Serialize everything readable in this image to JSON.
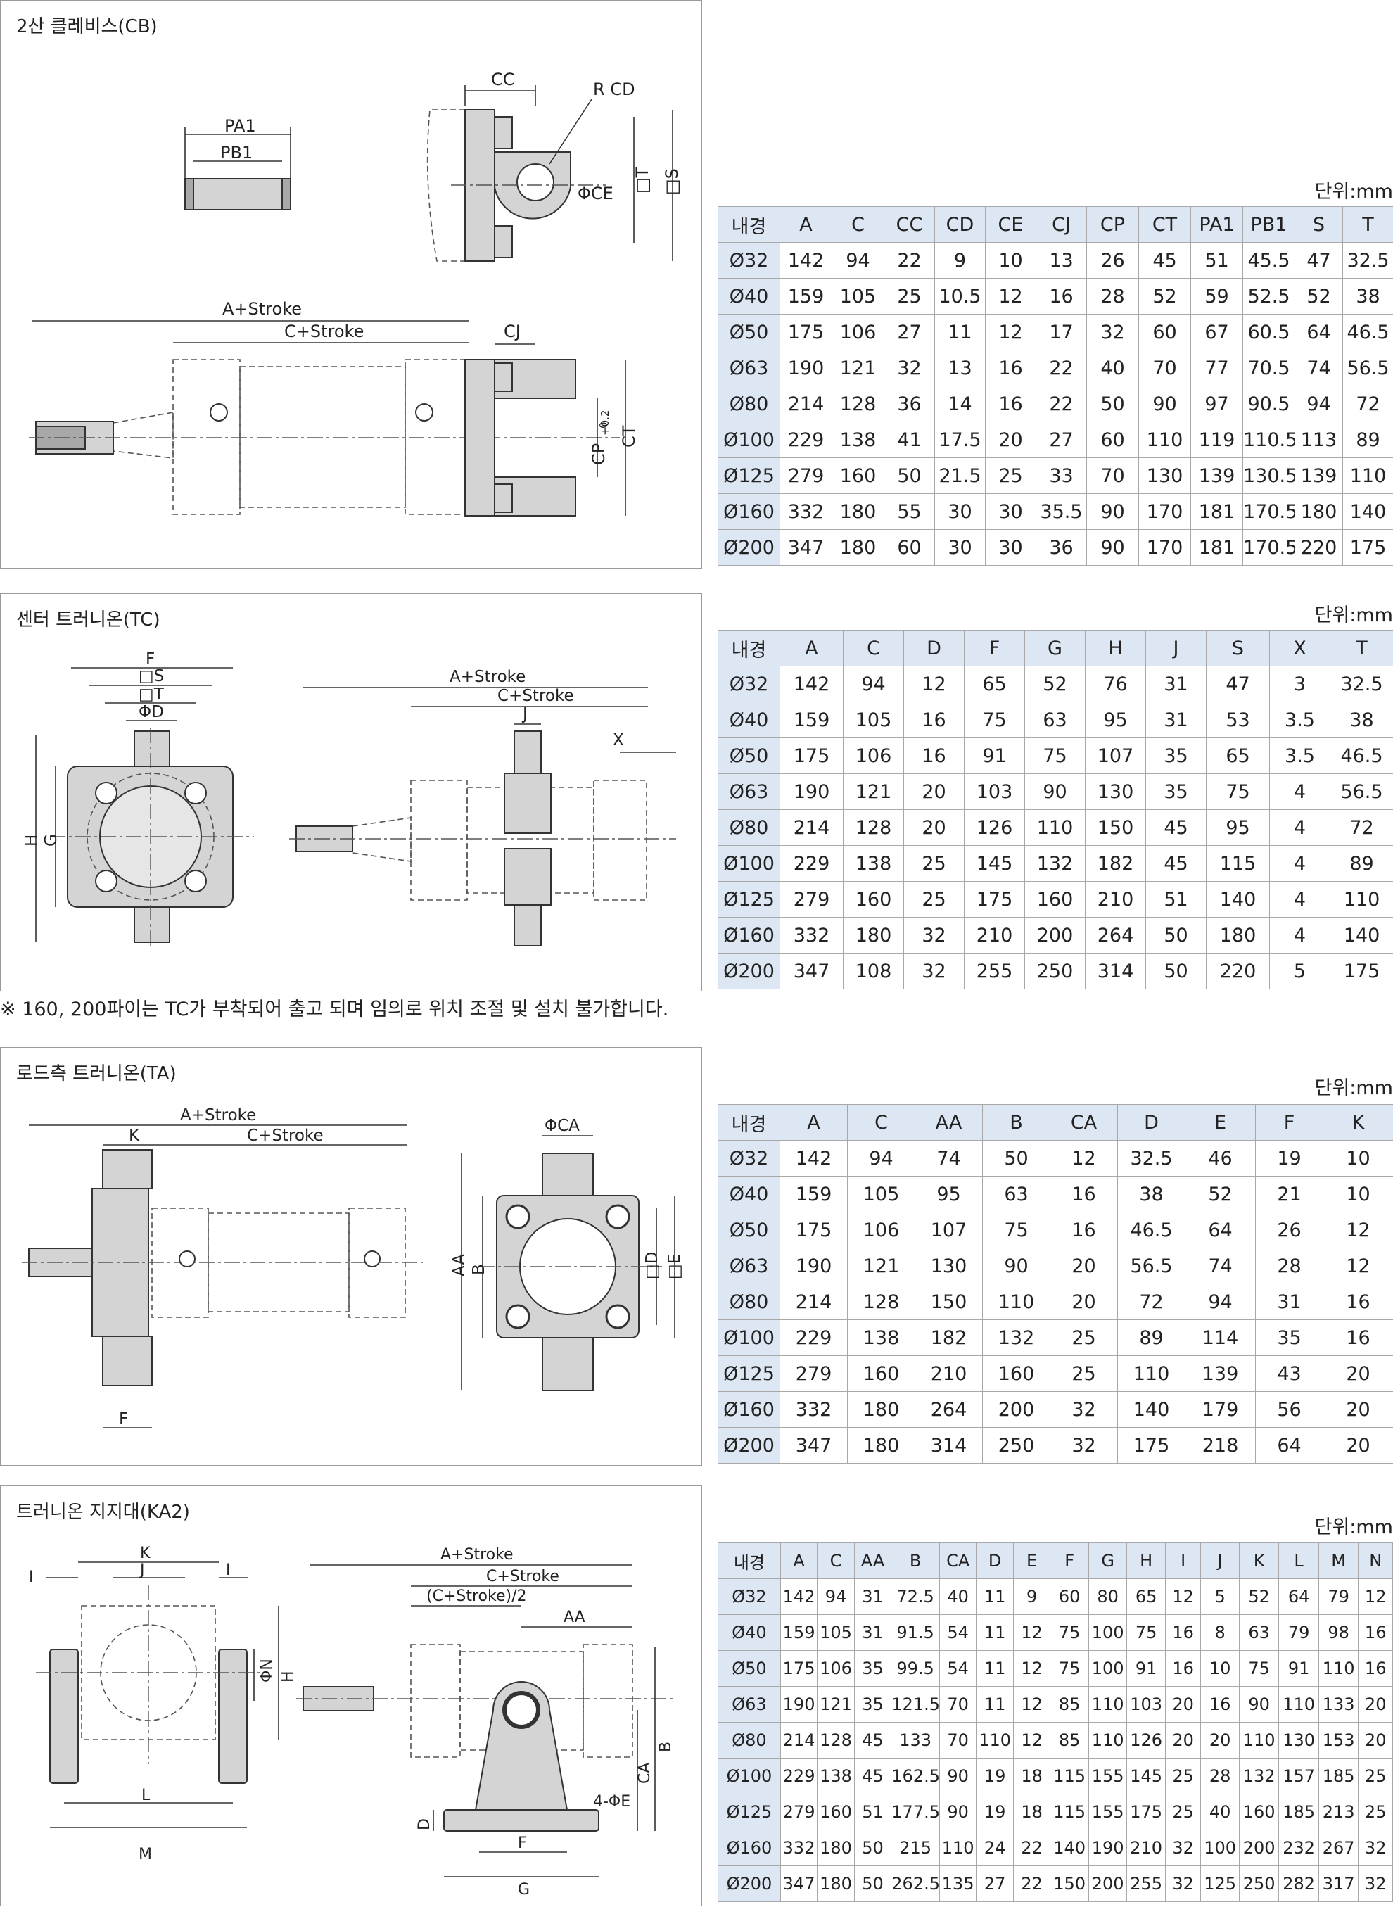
{
  "sections": [
    {
      "title": "2산 클레비스(CB)",
      "unit": "단위:mm",
      "diagram_labels": [
        "PA1",
        "PB1",
        "CC",
        "R CD",
        "ΦCE",
        "□T",
        "□S",
        "A+Stroke",
        "C+Stroke",
        "CJ",
        "CP",
        "CT"
      ],
      "columns": [
        "내경",
        "A",
        "C",
        "CC",
        "CD",
        "CE",
        "CJ",
        "CP",
        "CT",
        "PA1",
        "PB1",
        "S",
        "T"
      ],
      "rows": [
        [
          "Ø32",
          "142",
          "94",
          "22",
          "9",
          "10",
          "13",
          "26",
          "45",
          "51",
          "45.5",
          "47",
          "32.5"
        ],
        [
          "Ø40",
          "159",
          "105",
          "25",
          "10.5",
          "12",
          "16",
          "28",
          "52",
          "59",
          "52.5",
          "52",
          "38"
        ],
        [
          "Ø50",
          "175",
          "106",
          "27",
          "11",
          "12",
          "17",
          "32",
          "60",
          "67",
          "60.5",
          "64",
          "46.5"
        ],
        [
          "Ø63",
          "190",
          "121",
          "32",
          "13",
          "16",
          "22",
          "40",
          "70",
          "77",
          "70.5",
          "74",
          "56.5"
        ],
        [
          "Ø80",
          "214",
          "128",
          "36",
          "14",
          "16",
          "22",
          "50",
          "90",
          "97",
          "90.5",
          "94",
          "72"
        ],
        [
          "Ø100",
          "229",
          "138",
          "41",
          "17.5",
          "20",
          "27",
          "60",
          "110",
          "119",
          "110.5",
          "113",
          "89"
        ],
        [
          "Ø125",
          "279",
          "160",
          "50",
          "21.5",
          "25",
          "33",
          "70",
          "130",
          "139",
          "130.5",
          "139",
          "110"
        ],
        [
          "Ø160",
          "332",
          "180",
          "55",
          "30",
          "30",
          "35.5",
          "90",
          "170",
          "181",
          "170.5",
          "180",
          "140"
        ],
        [
          "Ø200",
          "347",
          "180",
          "60",
          "30",
          "30",
          "36",
          "90",
          "170",
          "181",
          "170.5",
          "220",
          "175"
        ]
      ]
    },
    {
      "title": "센터 트러니온(TC)",
      "unit": "단위:mm",
      "diagram_labels": [
        "F",
        "□S",
        "□T",
        "ΦD",
        "H",
        "G",
        "A+Stroke",
        "C+Stroke",
        "J",
        "X"
      ],
      "columns": [
        "내경",
        "A",
        "C",
        "D",
        "F",
        "G",
        "H",
        "J",
        "S",
        "X",
        "T"
      ],
      "rows": [
        [
          "Ø32",
          "142",
          "94",
          "12",
          "65",
          "52",
          "76",
          "31",
          "47",
          "3",
          "32.5"
        ],
        [
          "Ø40",
          "159",
          "105",
          "16",
          "75",
          "63",
          "95",
          "31",
          "53",
          "3.5",
          "38"
        ],
        [
          "Ø50",
          "175",
          "106",
          "16",
          "91",
          "75",
          "107",
          "35",
          "65",
          "3.5",
          "46.5"
        ],
        [
          "Ø63",
          "190",
          "121",
          "20",
          "103",
          "90",
          "130",
          "35",
          "75",
          "4",
          "56.5"
        ],
        [
          "Ø80",
          "214",
          "128",
          "20",
          "126",
          "110",
          "150",
          "45",
          "95",
          "4",
          "72"
        ],
        [
          "Ø100",
          "229",
          "138",
          "25",
          "145",
          "132",
          "182",
          "45",
          "115",
          "4",
          "89"
        ],
        [
          "Ø125",
          "279",
          "160",
          "25",
          "175",
          "160",
          "210",
          "51",
          "140",
          "4",
          "110"
        ],
        [
          "Ø160",
          "332",
          "180",
          "32",
          "210",
          "200",
          "264",
          "50",
          "180",
          "4",
          "140"
        ],
        [
          "Ø200",
          "347",
          "108",
          "32",
          "255",
          "250",
          "314",
          "50",
          "220",
          "5",
          "175"
        ]
      ]
    },
    {
      "title": "로드측 트러니온(TA)",
      "unit": "단위:mm",
      "diagram_labels": [
        "A+Stroke",
        "K",
        "C+Stroke",
        "F",
        "ΦCA",
        "AA",
        "B",
        "□D",
        "□E"
      ],
      "columns": [
        "내경",
        "A",
        "C",
        "AA",
        "B",
        "CA",
        "D",
        "E",
        "F",
        "K"
      ],
      "rows": [
        [
          "Ø32",
          "142",
          "94",
          "74",
          "50",
          "12",
          "32.5",
          "46",
          "19",
          "10"
        ],
        [
          "Ø40",
          "159",
          "105",
          "95",
          "63",
          "16",
          "38",
          "52",
          "21",
          "10"
        ],
        [
          "Ø50",
          "175",
          "106",
          "107",
          "75",
          "16",
          "46.5",
          "64",
          "26",
          "12"
        ],
        [
          "Ø63",
          "190",
          "121",
          "130",
          "90",
          "20",
          "56.5",
          "74",
          "28",
          "12"
        ],
        [
          "Ø80",
          "214",
          "128",
          "150",
          "110",
          "20",
          "72",
          "94",
          "31",
          "16"
        ],
        [
          "Ø100",
          "229",
          "138",
          "182",
          "132",
          "25",
          "89",
          "114",
          "35",
          "16"
        ],
        [
          "Ø125",
          "279",
          "160",
          "210",
          "160",
          "25",
          "110",
          "139",
          "43",
          "20"
        ],
        [
          "Ø160",
          "332",
          "180",
          "264",
          "200",
          "32",
          "140",
          "179",
          "56",
          "20"
        ],
        [
          "Ø200",
          "347",
          "180",
          "314",
          "250",
          "32",
          "175",
          "218",
          "64",
          "20"
        ]
      ]
    },
    {
      "title": "트러니온 지지대(KA2)",
      "unit": "단위:mm",
      "diagram_labels": [
        "K",
        "I",
        "J",
        "I",
        "ΦN",
        "H",
        "L",
        "M",
        "A+Stroke",
        "C+Stroke",
        "(C+Stroke)/2",
        "AA",
        "B",
        "CA",
        "4-ΦE",
        "D",
        "F",
        "G"
      ],
      "columns": [
        "내경",
        "A",
        "C",
        "AA",
        "B",
        "CA",
        "D",
        "E",
        "F",
        "G",
        "H",
        "I",
        "J",
        "K",
        "L",
        "M",
        "N"
      ],
      "rows": [
        [
          "Ø32",
          "142",
          "94",
          "31",
          "72.5",
          "40",
          "11",
          "9",
          "60",
          "80",
          "65",
          "12",
          "5",
          "52",
          "64",
          "79",
          "12"
        ],
        [
          "Ø40",
          "159",
          "105",
          "31",
          "91.5",
          "54",
          "11",
          "12",
          "75",
          "100",
          "75",
          "16",
          "8",
          "63",
          "79",
          "98",
          "16"
        ],
        [
          "Ø50",
          "175",
          "106",
          "35",
          "99.5",
          "54",
          "11",
          "12",
          "75",
          "100",
          "91",
          "16",
          "10",
          "75",
          "91",
          "110",
          "16"
        ],
        [
          "Ø63",
          "190",
          "121",
          "35",
          "121.5",
          "70",
          "11",
          "12",
          "85",
          "110",
          "103",
          "20",
          "16",
          "90",
          "110",
          "133",
          "20"
        ],
        [
          "Ø80",
          "214",
          "128",
          "45",
          "133",
          "70",
          "110",
          "12",
          "85",
          "110",
          "126",
          "20",
          "20",
          "110",
          "130",
          "153",
          "20"
        ],
        [
          "Ø100",
          "229",
          "138",
          "45",
          "162.5",
          "90",
          "19",
          "18",
          "115",
          "155",
          "145",
          "25",
          "28",
          "132",
          "157",
          "185",
          "25"
        ],
        [
          "Ø125",
          "279",
          "160",
          "51",
          "177.5",
          "90",
          "19",
          "18",
          "115",
          "155",
          "175",
          "25",
          "40",
          "160",
          "185",
          "213",
          "25"
        ],
        [
          "Ø160",
          "332",
          "180",
          "50",
          "215",
          "110",
          "24",
          "22",
          "140",
          "190",
          "210",
          "32",
          "100",
          "200",
          "232",
          "267",
          "32"
        ],
        [
          "Ø200",
          "347",
          "180",
          "50",
          "262.5",
          "135",
          "27",
          "22",
          "150",
          "200",
          "255",
          "32",
          "125",
          "250",
          "282",
          "317",
          "32"
        ]
      ]
    }
  ],
  "note": "※ 160, 200파이는 TC가 부착되어 출고 되며 임의로 위치 조절 및 설치 불가합니다.",
  "cp_tolerance": {
    "upper": "+0.2",
    "lower": "0"
  },
  "colors": {
    "header_bg": "#dde6f3",
    "border": "#a8a8a8",
    "part_fill": "#d4d4d4"
  }
}
